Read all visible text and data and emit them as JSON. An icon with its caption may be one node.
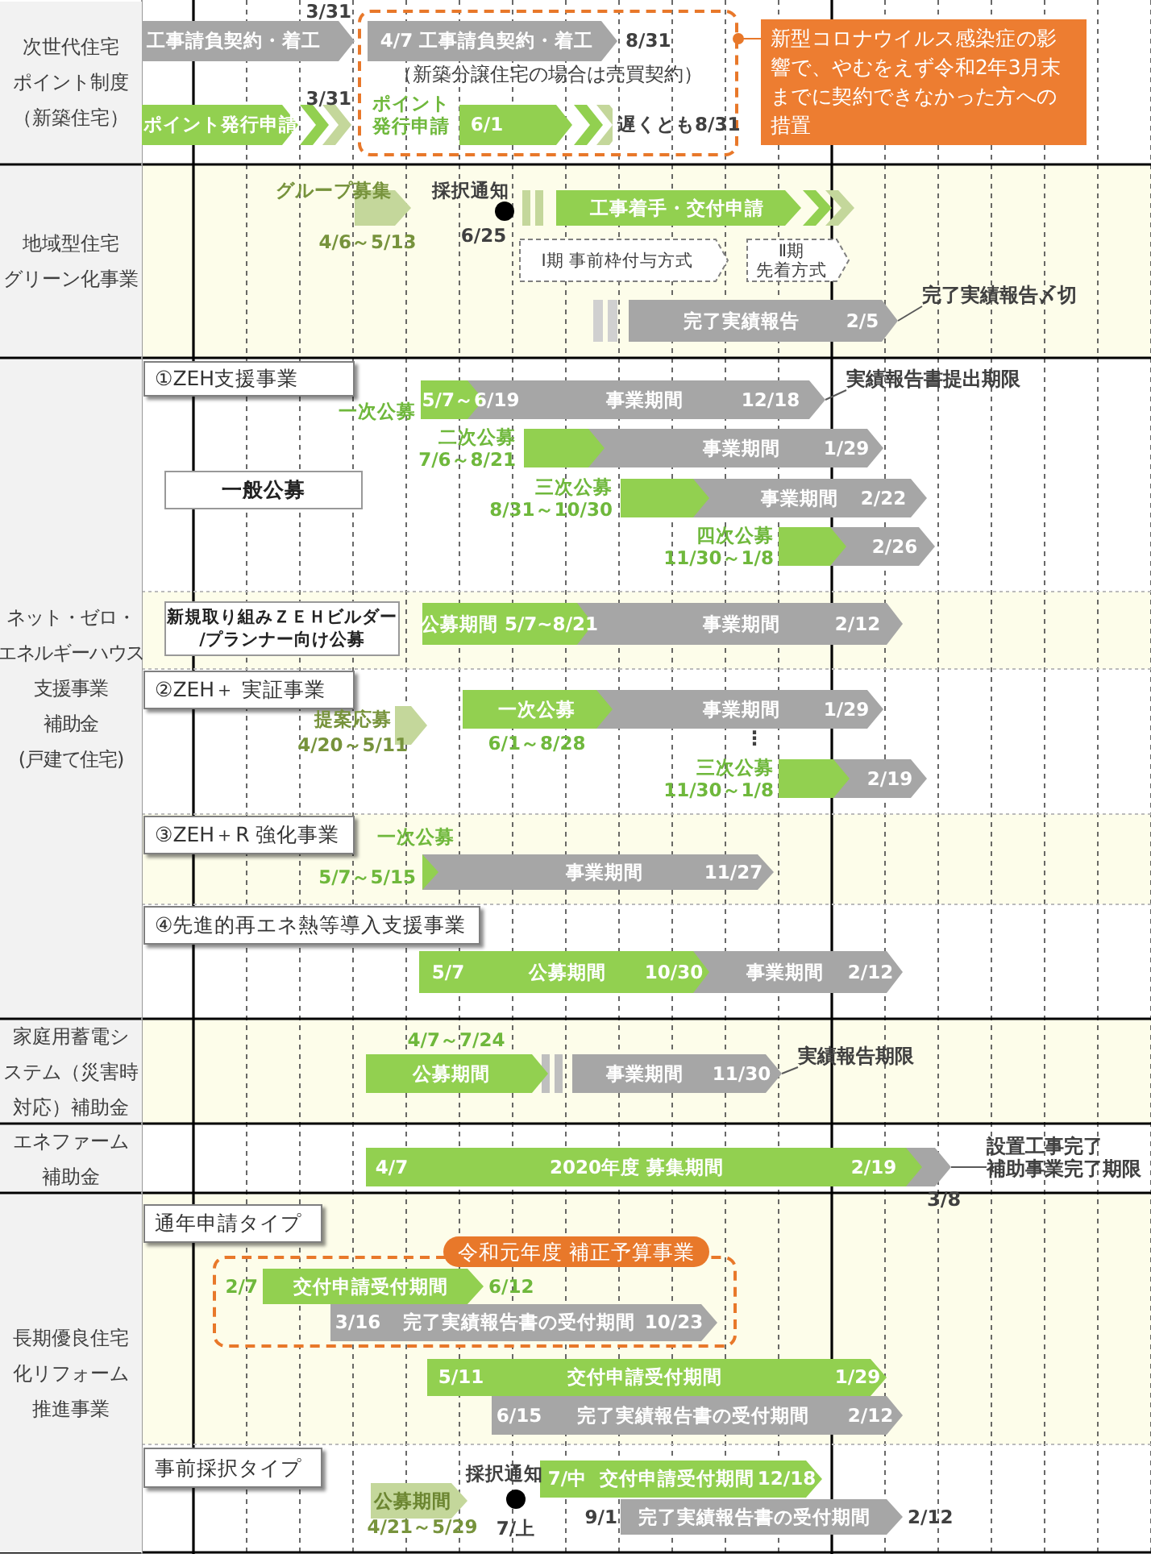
{
  "diagram": {
    "nodes": [
      {
        "text": [
          "次世代住宅ポイント制度（新築住宅）"
        ]
      },
      {
        "text": [
          "工事請負契約・着工"
        ],
        "beside": [
          "3/31"
        ]
      },
      {
        "text": [
          "ポイント発行申請"
        ],
        "beside": [
          "3/31"
        ]
      },
      {
        "text": [],
        "shape": "box"
      },
      {
        "text": [
          "4/7 工事請負契約・着工"
        ],
        "in": 3,
        "beside": [
          "8/31",
          "（新築分譲住宅の場合は売買契約）"
        ]
      },
      {
        "text": [
          "6/1"
        ],
        "in": 3,
        "beside": [
          "ポイント発行申請",
          "遅くとも8/31"
        ]
      },
      {
        "text": [
          "新型コロナウイルス感染症の影響で、やむをえず令和2年3月末までに契約できなかった方への措置"
        ]
      },
      {
        "text": [
          "地域型住宅グリーン化事業"
        ]
      },
      {
        "text": [],
        "shape": "arrow",
        "beside": [
          "グループ募集",
          "4/6～5/13"
        ]
      },
      {
        "text": [],
        "shape": "circle",
        "beside": [
          "採択通知",
          "6/25"
        ]
      },
      {
        "text": [
          "工事着手・交付申請"
        ]
      },
      {
        "text": [
          "Ⅰ期 事前枠付与方式"
        ]
      },
      {
        "text": [
          "Ⅱ期先着方式"
        ]
      },
      {
        "text": [
          "完了実績報告",
          "2/5"
        ]
      },
      {
        "text": [
          "完了実績報告〆切"
        ]
      },
      {
        "text": [
          "ネット・ゼロ・エネルギーハウス支援事業補助金(戸建て住宅)"
        ]
      },
      {
        "text": [
          "①ZEH支援事業"
        ]
      },
      {
        "text": [
          "一般公募"
        ]
      },
      {
        "text": [
          "5/7～6/19",
          "事業期間",
          "12/18"
        ],
        "beside": [
          "一次公募"
        ]
      },
      {
        "text": [
          "実績報告書提出期限"
        ]
      },
      {
        "text": [
          "事業期間",
          "1/29"
        ],
        "beside": [
          "二次公募",
          "7/6～8/21"
        ]
      },
      {
        "text": [
          "事業期間",
          "2/22"
        ],
        "beside": [
          "三次公募",
          "8/31～10/30"
        ]
      },
      {
        "text": [
          "2/26"
        ],
        "beside": [
          "四次公募",
          "11/30～1/8"
        ]
      },
      {
        "text": [
          "新規取り組みＺＥＨビルダー/プランナー向け公募"
        ]
      },
      {
        "text": [
          "公募期間 5/7~8/21",
          "事業期間",
          "2/12"
        ]
      },
      {
        "text": [
          "②ZEH＋ 実証事業"
        ]
      },
      {
        "text": [],
        "shape": "arrow",
        "beside": [
          "提案応募",
          "4/20～5/11"
        ]
      },
      {
        "text": [
          "一次公募",
          "事業期間",
          "1/29"
        ],
        "beside": [
          "6/1～8/28"
        ]
      },
      {
        "text": [
          "2/19"
        ],
        "beside": [
          "三次公募",
          "11/30～1/8"
        ]
      },
      {
        "text": [
          "③ZEH＋R 強化事業"
        ]
      },
      {
        "text": [
          "事業期間",
          "11/27"
        ],
        "beside": [
          "一次公募",
          "5/7～5/15"
        ]
      },
      {
        "text": [
          "④先進的再エネ熱等導入支援事業"
        ]
      },
      {
        "text": [
          "5/7",
          "公募期間",
          "10/30",
          "事業期間",
          "2/12"
        ]
      },
      {
        "text": [
          "家庭用蓄電システム（災害時対応）補助金"
        ]
      },
      {
        "text": [
          "公募期間"
        ],
        "beside": [
          "4/7～7/24"
        ]
      },
      {
        "text": [
          "事業期間",
          "11/30"
        ]
      },
      {
        "text": [
          "実績報告期限"
        ]
      },
      {
        "text": [
          "エネファーム補助金"
        ]
      },
      {
        "text": [
          "4/7",
          "2020年度 募集期間",
          "2/19"
        ]
      },
      {
        "text": [
          "設置工事完了補助事業完了期限"
        ]
      },
      {
        "text": [
          "長期優良住宅化リフォーム推進事業"
        ]
      },
      {
        "text": [
          "通年申請タイプ"
        ]
      },
      {
        "text": [],
        "shape": "box"
      },
      {
        "text": [
          "令和元年度 補正予算事業"
        ]
      },
      {
        "text": [
          "交付申請受付期間"
        ],
        "in": 42,
        "beside": [
          "2/7",
          "6/12"
        ]
      },
      {
        "text": [
          "3/16",
          "完了実績報告書の受付期間",
          "10/23"
        ],
        "in": 42
      },
      {
        "text": [
          "5/11",
          "交付申請受付期間",
          "1/29"
        ]
      },
      {
        "text": [
          "6/15",
          "完了実績報告書の受付期間",
          "2/12"
        ]
      },
      {
        "text": [
          "事前採択タイプ"
        ]
      },
      {
        "text": [
          "公募期間"
        ],
        "beside": [
          "4/21～5/29"
        ]
      },
      {
        "text": [],
        "shape": "circle",
        "beside": [
          "採択通知",
          "7/上"
        ]
      },
      {
        "text": [
          "7/中",
          "交付申請受付期間",
          "12/18"
        ]
      },
      {
        "text": [
          "完了実績報告書の受付期間"
        ],
        "beside": [
          "9/1",
          "2/12"
        ]
      }
    ],
    "edges": [
      {
        "from": 3,
        "to": 6,
        "arrow": "other",
        "color": "#e8782a"
      },
      {
        "from": 14,
        "to": 13,
        "arrow": "none"
      },
      {
        "from": 19,
        "to": 18,
        "arrow": "none"
      },
      {
        "from": 36,
        "to": 35,
        "arrow": "none"
      },
      {
        "from": 39,
        "to": 38,
        "arrow": "none"
      }
    ],
    "labels": [
      "⋮",
      "3/8"
    ]
  }
}
